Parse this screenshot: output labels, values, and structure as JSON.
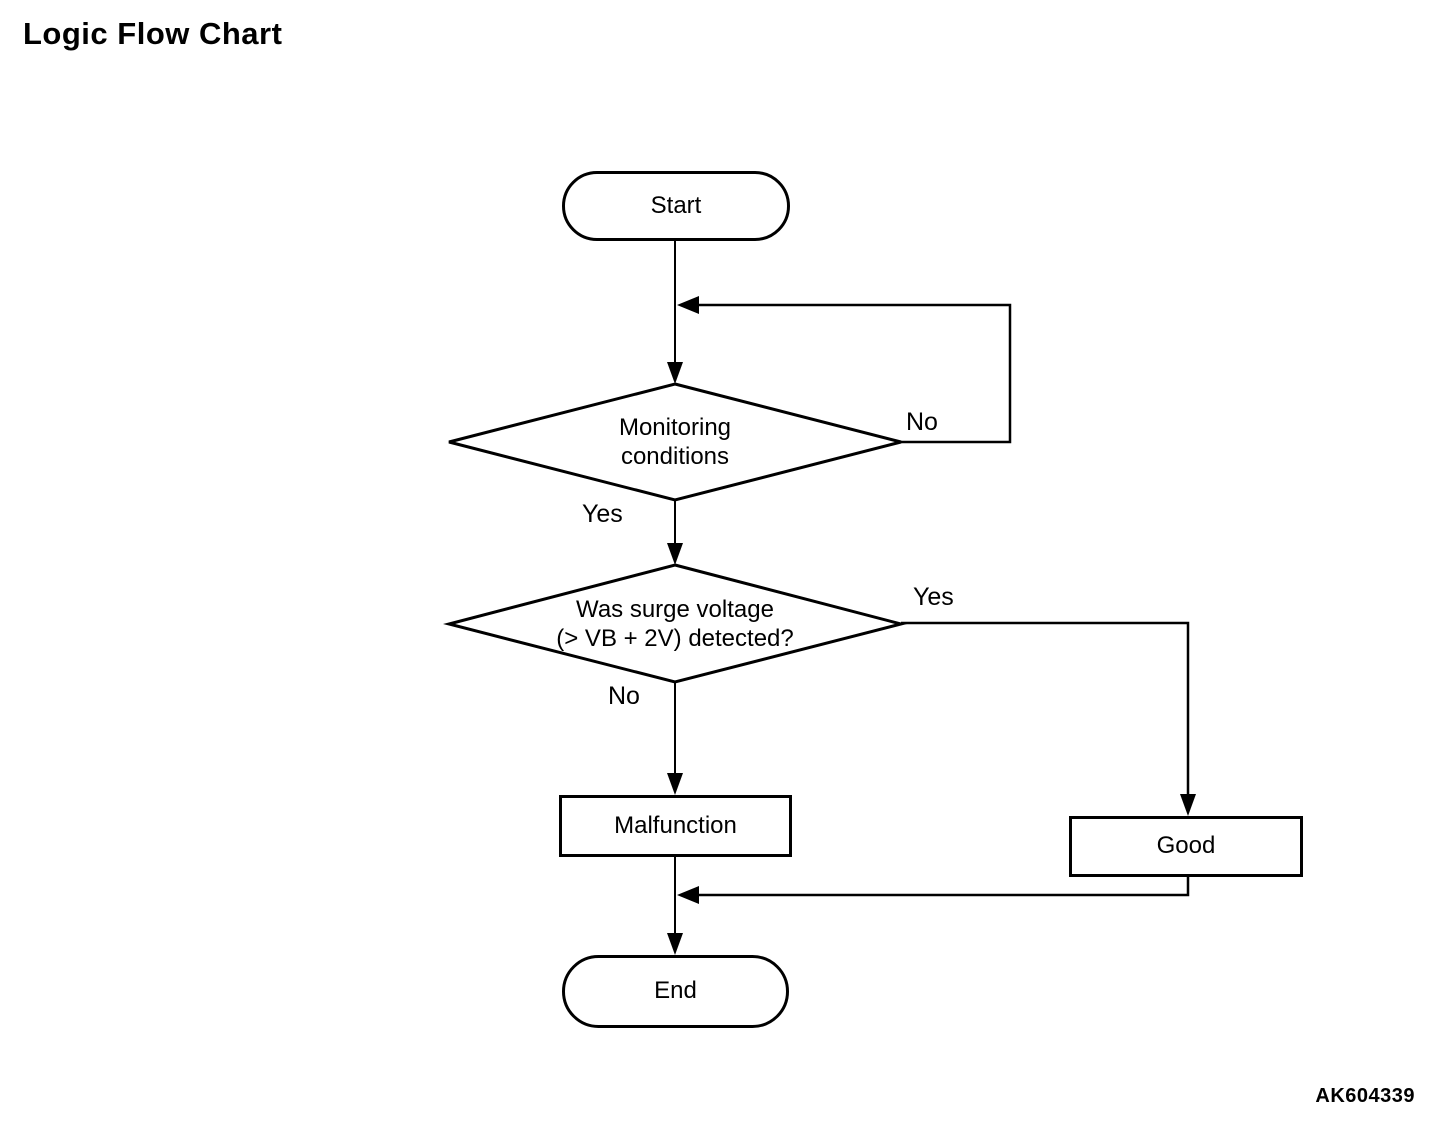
{
  "page": {
    "title": "Logic Flow Chart",
    "figure_code": "AK604339"
  },
  "flowchart": {
    "nodes": {
      "start": {
        "type": "terminator",
        "label": "Start"
      },
      "monitoring": {
        "type": "decision",
        "line1": "Monitoring",
        "line2": "conditions"
      },
      "surge": {
        "type": "decision",
        "line1": "Was surge voltage",
        "line2": "(> VB + 2V) detected?"
      },
      "malfunction": {
        "type": "process",
        "label": "Malfunction"
      },
      "good": {
        "type": "process",
        "label": "Good"
      },
      "end": {
        "type": "terminator",
        "label": "End"
      }
    },
    "edge_labels": {
      "monitoring_no": "No",
      "monitoring_yes": "Yes",
      "surge_yes": "Yes",
      "surge_no": "No"
    },
    "colors": {
      "line": "#000000",
      "fill": "#ffffff"
    }
  }
}
